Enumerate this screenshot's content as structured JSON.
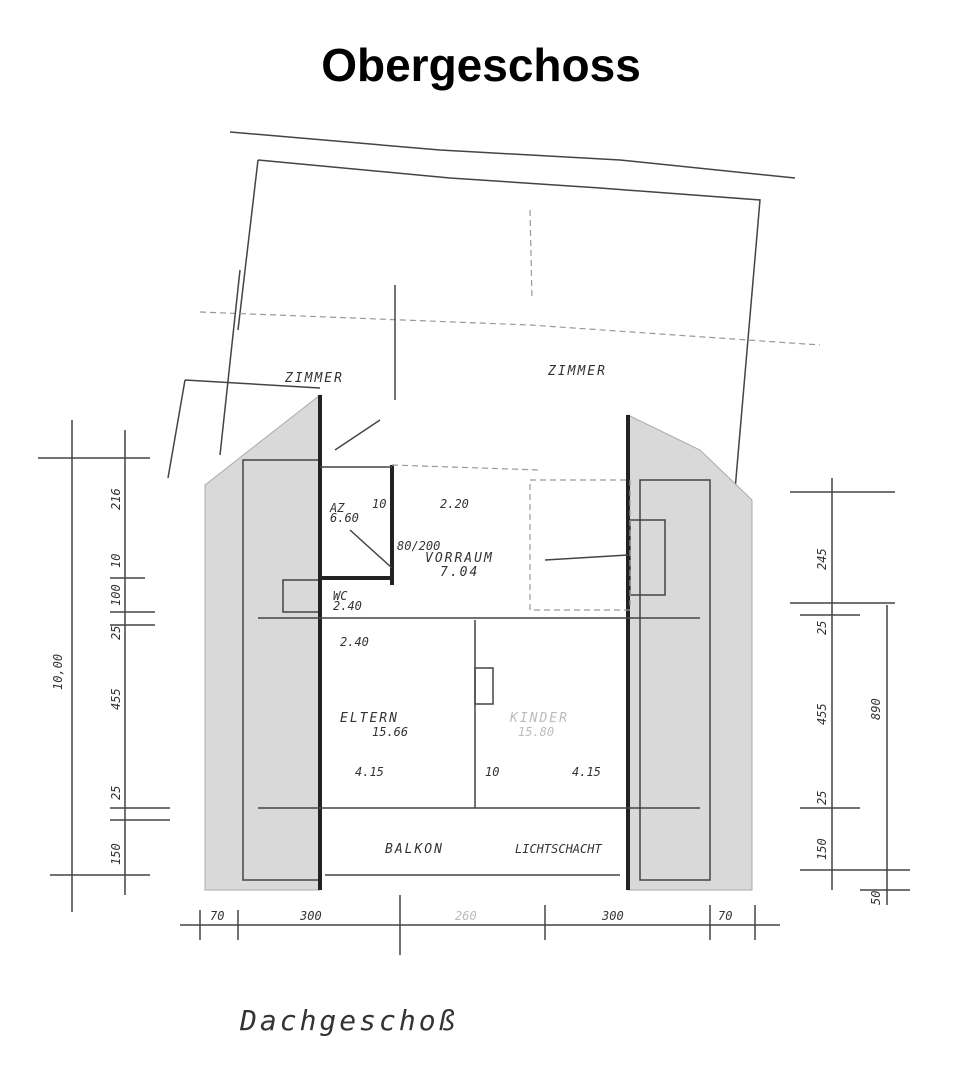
{
  "title": "Obergeschoss",
  "footer": "Dachgeschoß",
  "rooms": {
    "zimmer_left": "ZIMMER",
    "zimmer_right": "ZIMMER",
    "vorraum": "VORRAUM",
    "vorraum_area": "7.04",
    "eltern": "ELTERN",
    "eltern_area": "15.66",
    "kinder": "KINDER",
    "kinder_area": "15.80",
    "balkon": "BALKON",
    "lichtschacht": "LICHTSCHACHT",
    "az": "AZ",
    "az_area": "6.60",
    "wc": "WC",
    "wc_area": "2.40"
  },
  "inner_dims": {
    "d220": "2.20",
    "d10a": "10",
    "door": "80/200",
    "d240": "2.40",
    "d415a": "4.15",
    "d415b": "4.15",
    "d10b": "10"
  },
  "left_dims": [
    "10,00",
    "216",
    "10",
    "100",
    "25",
    "455",
    "25",
    "150"
  ],
  "right_dims": [
    "245",
    "25",
    "455",
    "890",
    "25",
    "150",
    "50"
  ],
  "bottom_dims": [
    "70",
    "300",
    "260",
    "300",
    "70"
  ]
}
